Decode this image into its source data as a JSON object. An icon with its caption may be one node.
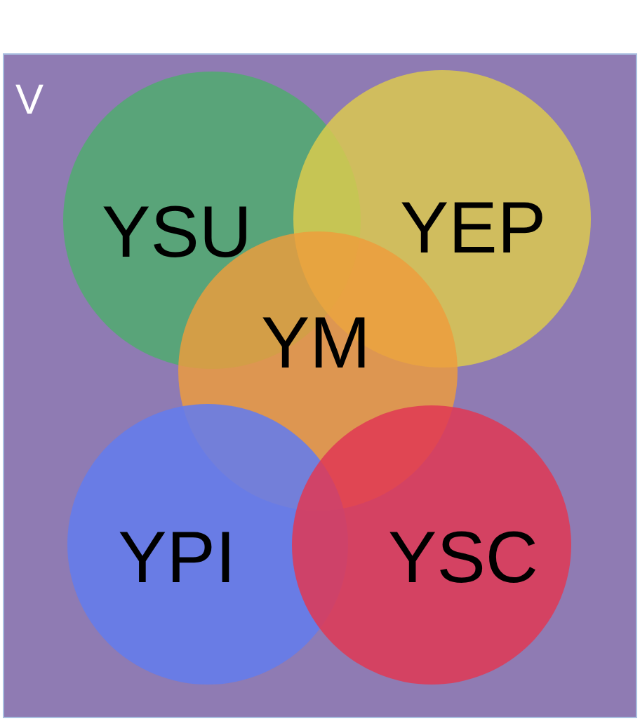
{
  "diagram": {
    "nodes": [
      {
        "text": [
          "V"
        ]
      },
      {
        "text": [
          "YSU"
        ],
        "in": 0
      },
      {
        "text": [
          "YEP"
        ],
        "in": 0
      },
      {
        "text": [
          "YM"
        ],
        "in": 0
      },
      {
        "text": [
          "YPI"
        ],
        "in": 0
      },
      {
        "text": [
          "YSC"
        ],
        "in": 0
      }
    ]
  }
}
